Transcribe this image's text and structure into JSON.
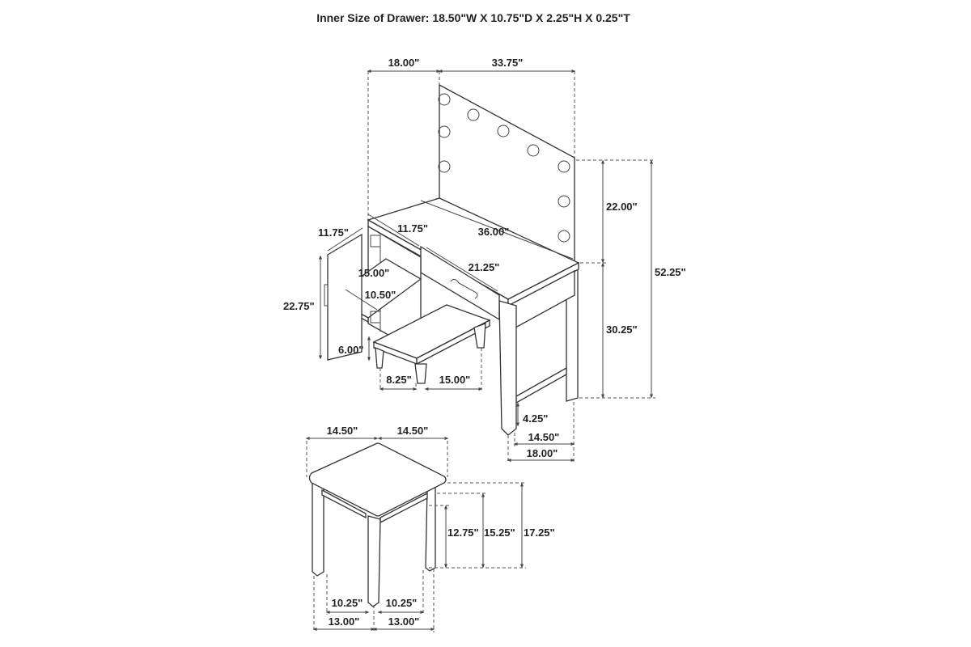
{
  "title": "Inner Size of Drawer: 18.50\"W X 10.75\"D X 2.25\"H X 0.25\"T",
  "vanity": {
    "depth_top": "18.00\"",
    "mirror_width": "33.75\"",
    "mirror_height": "22.00\"",
    "desk_height": "30.25\"",
    "total_height": "52.25\"",
    "top_width": "36.00\"",
    "drawer_width": "21.25\"",
    "door_width": "11.75\"",
    "cabinet_depth": "11.75\"",
    "shelf_width": "15.00\"",
    "shelf_depth": "10.50\"",
    "cabinet_height": "22.75\"",
    "cabinet_clearance": "6.00\"",
    "leg_gap_left": "8.25\"",
    "leg_gap_right": "15.00\"",
    "stretcher_height": "4.25\"",
    "inner_leg_depth": "14.50\"",
    "outer_depth": "18.00\""
  },
  "stool": {
    "top_width_left": "14.50\"",
    "top_width_right": "14.50\"",
    "apron_clearance": "12.75\"",
    "seat_underside": "15.25\"",
    "seat_height": "17.25\"",
    "inner_left": "10.25\"",
    "inner_right": "10.25\"",
    "outer_left": "13.00\"",
    "outer_right": "13.00\""
  }
}
